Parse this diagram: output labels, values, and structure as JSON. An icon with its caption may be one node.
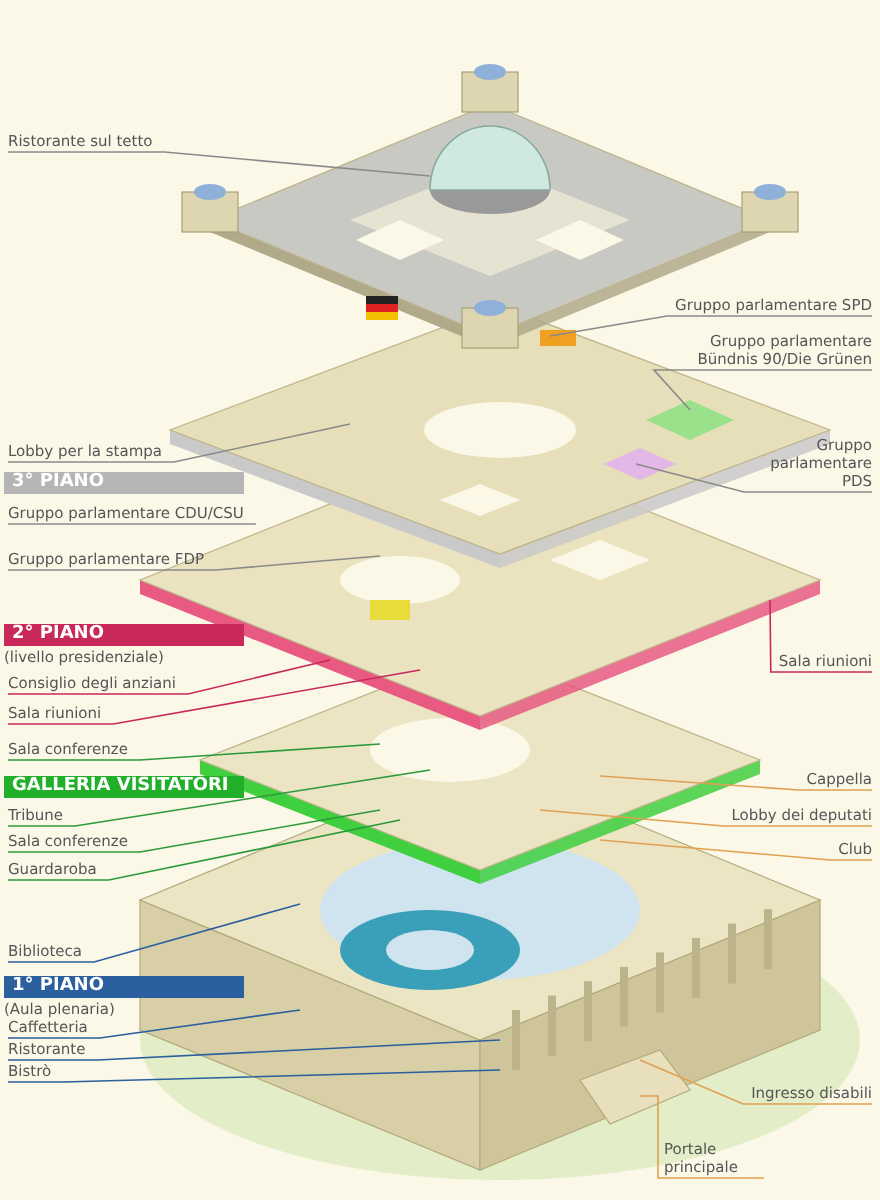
{
  "diagram": {
    "nodes": [
      {
        "text": [
          "Ristorante sul tetto"
        ]
      },
      {
        "text": [
          "Gruppo parlamentare SPD"
        ]
      },
      {
        "text": [
          "Gruppo parlamentare Bündnis 90/Die Grünen"
        ]
      },
      {
        "text": [
          "Lobby per la stampa"
        ]
      },
      {
        "text": [
          "3° PIANO"
        ]
      },
      {
        "text": [
          "Gruppo parlamentare CDU/CSU"
        ]
      },
      {
        "text": [
          "Gruppo parlamentare PDS"
        ]
      },
      {
        "text": [
          "Gruppo parlamentare FDP"
        ]
      },
      {
        "text": [
          "2° PIANO"
        ],
        "beside": [
          "(livello presidenziale)"
        ]
      },
      {
        "text": [
          "Consiglio degli anziani"
        ]
      },
      {
        "text": [
          "Sala riunioni"
        ]
      },
      {
        "text": [
          "Sala riunioni"
        ]
      },
      {
        "text": [
          "Sala conferenze"
        ]
      },
      {
        "text": [
          "GALLERIA VISITATORI"
        ]
      },
      {
        "text": [
          "Cappella"
        ]
      },
      {
        "text": [
          "Tribune"
        ]
      },
      {
        "text": [
          "Lobby dei deputati"
        ]
      },
      {
        "text": [
          "Sala conferenze"
        ]
      },
      {
        "text": [
          "Club"
        ]
      },
      {
        "text": [
          "Guardaroba"
        ]
      },
      {
        "text": [
          "Biblioteca"
        ]
      },
      {
        "text": [
          "1° PIANO"
        ],
        "beside": [
          "(Aula plenaria)"
        ]
      },
      {
        "text": [
          "Caffetteria"
        ]
      },
      {
        "text": [
          "Ristorante"
        ]
      },
      {
        "text": [
          "Bistrò"
        ]
      },
      {
        "text": [
          "Portale principale"
        ]
      },
      {
        "text": [
          "Ingresso disabili"
        ]
      }
    ],
    "edges": [
      {
        "from": 0,
        "to": null,
        "arrow": "none"
      },
      {
        "from": 1,
        "to": null,
        "arrow": "none"
      },
      {
        "from": 2,
        "to": null,
        "arrow": "none"
      },
      {
        "from": 3,
        "to": null,
        "arrow": "none"
      },
      {
        "from": 5,
        "to": null,
        "arrow": "none"
      },
      {
        "from": 6,
        "to": null,
        "arrow": "none"
      },
      {
        "from": 7,
        "to": null,
        "arrow": "none"
      },
      {
        "from": 9,
        "to": null,
        "arrow": "none",
        "color": "#c8285a"
      },
      {
        "from": 10,
        "to": null,
        "arrow": "none",
        "color": "#c8285a"
      },
      {
        "from": 11,
        "to": null,
        "arrow": "none",
        "color": "#c8285a"
      },
      {
        "from": 12,
        "to": null,
        "arrow": "none",
        "color": "#2a9a3a"
      },
      {
        "from": 14,
        "to": null,
        "arrow": "none",
        "color": "#e0a050"
      },
      {
        "from": 15,
        "to": null,
        "arrow": "none",
        "color": "#2a9a3a"
      },
      {
        "from": 16,
        "to": null,
        "arrow": "none",
        "color": "#e0a050"
      },
      {
        "from": 17,
        "to": null,
        "arrow": "none",
        "color": "#2a9a3a"
      },
      {
        "from": 18,
        "to": null,
        "arrow": "none",
        "color": "#e0a050"
      },
      {
        "from": 19,
        "to": null,
        "arrow": "none",
        "color": "#2a9a3a"
      },
      {
        "from": 20,
        "to": null,
        "arrow": "none",
        "color": "#2b5f9e"
      },
      {
        "from": 22,
        "to": null,
        "arrow": "none",
        "color": "#2b5f9e"
      },
      {
        "from": 23,
        "to": null,
        "arrow": "none",
        "color": "#2b5f9e"
      },
      {
        "from": 24,
        "to": null,
        "arrow": "none",
        "color": "#2b5f9e"
      },
      {
        "from": 25,
        "to": null,
        "arrow": "none",
        "color": "#e0a050"
      },
      {
        "from": 26,
        "to": null,
        "arrow": "none",
        "color": "#e0a050"
      }
    ]
  }
}
